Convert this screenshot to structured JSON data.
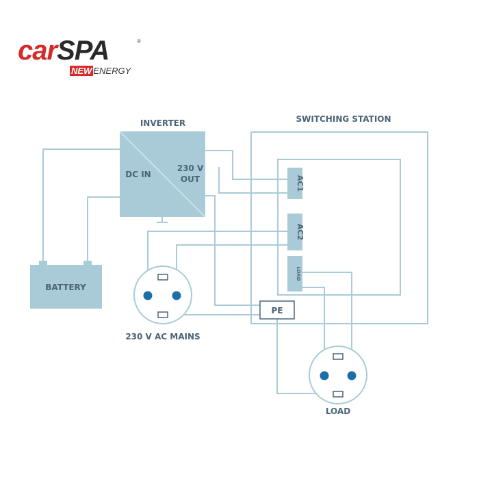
{
  "logo": {
    "word_car": "car",
    "word_spa": "SPA",
    "registered": "®",
    "sub_new": "NEW",
    "sub_energy": "ENERGY"
  },
  "labels": {
    "inverter_title": "INVERTER",
    "dc_in": "DC IN",
    "out_230v_line1": "230 V",
    "out_230v_line2": "OUT",
    "switching_station": "SWITCHING STATION",
    "ac1": "AC1",
    "ac2": "AC2",
    "load_terminal": "LOAD",
    "battery": "BATTERY",
    "mains": "230 V AC MAINS",
    "pe": "PE",
    "load": "LOAD"
  },
  "colors": {
    "box_fill": "#a9cbd8",
    "line": "#a9cbd8",
    "text": "#4a6478",
    "dot": "#1a6fa8",
    "logo_red": "#d42a2a"
  }
}
